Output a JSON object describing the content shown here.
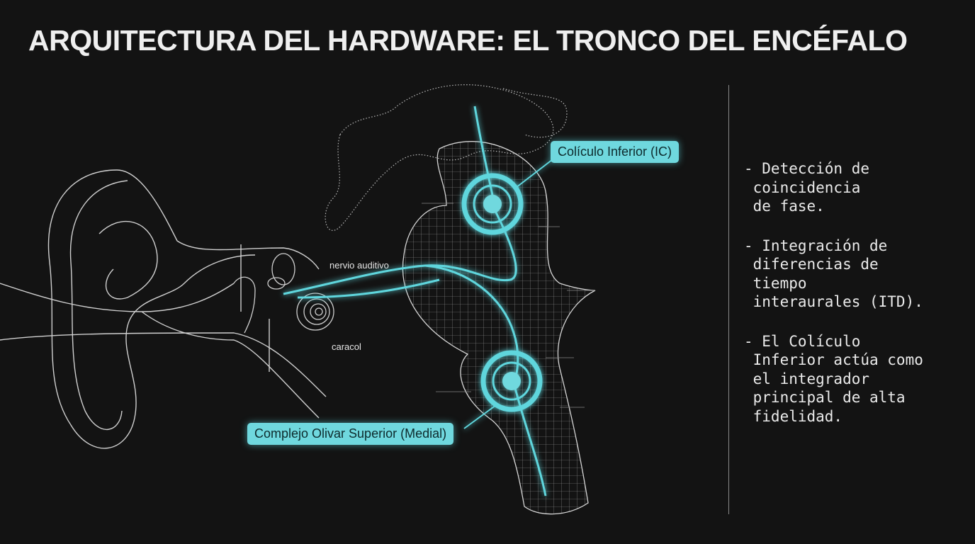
{
  "title": "ARQUITECTURA DEL HARDWARE: EL TRONCO DEL ENCÉFALO",
  "diagram": {
    "labels": {
      "nervio": "nervio auditivo",
      "caracol": "caracol"
    },
    "callouts": {
      "ic": "Colículo Inferior (IC)",
      "cos": "Complejo Olivar Superior (Medial)"
    },
    "colors": {
      "accent": "#5fd6dd",
      "background": "#131313",
      "line": "#d8d8d8"
    }
  },
  "notes": [
    "- Detección de\n coincidencia\n de fase.",
    "- Integración de\n diferencias de\n tiempo\n interaurales (ITD).",
    "- El Colículo\n Inferior actúa como\n el integrador\n principal de alta\n fidelidad."
  ]
}
